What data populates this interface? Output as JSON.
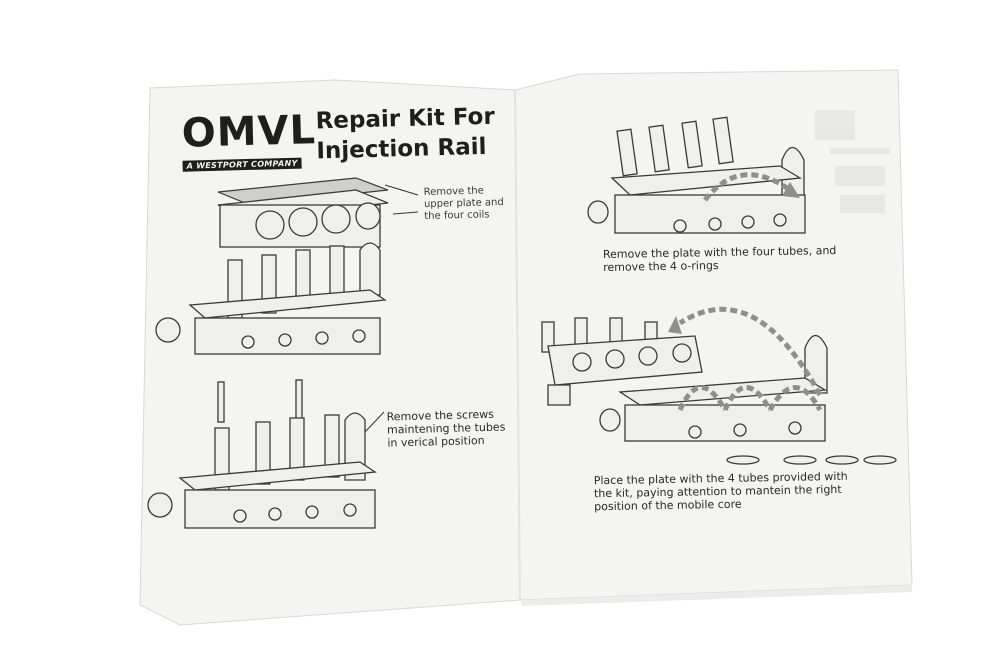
{
  "brand": {
    "name": "OMVL",
    "tm": "™",
    "tagline": "A WESTPORT COMPANY"
  },
  "title": {
    "line1": "Repair Kit For",
    "line2": "Injection  Rail"
  },
  "steps": [
    {
      "lines": [
        "Remove the",
        "upper plate and",
        "the four coils"
      ]
    },
    {
      "lines": [
        "Remove the screws",
        "maintening the tubes",
        "in verical position"
      ]
    },
    {
      "lines": [
        "Remove the plate with the four tubes, and",
        "remove the 4 o-rings"
      ]
    },
    {
      "lines": [
        "Place the plate with the 4 tubes provided with",
        "the kit, paying attention to mantein the right",
        "position of the mobile core"
      ]
    }
  ],
  "colors": {
    "background": "#ffffff",
    "paper": "#f4f4f2",
    "ink": "#1e1e1e",
    "arrow": "#8e8e8e"
  }
}
